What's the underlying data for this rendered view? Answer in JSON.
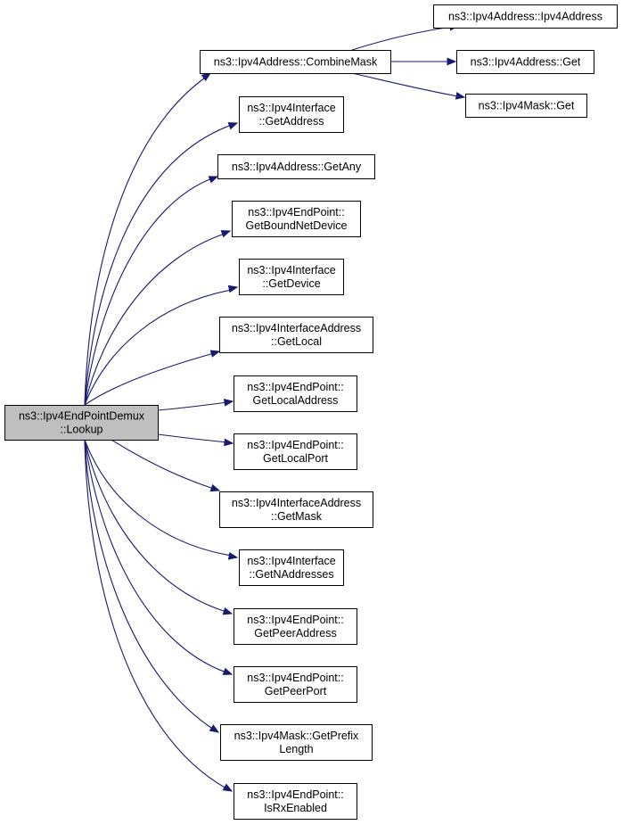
{
  "diagram": {
    "edge_color": "#191970",
    "root_fill": "#bfbfbf",
    "node_fill": "#ffffff",
    "root": {
      "id": "root",
      "lines": [
        "ns3::Ipv4EndPointDemux",
        "::Lookup"
      ]
    },
    "nodes": [
      {
        "id": "combine-mask",
        "lines": [
          "ns3::Ipv4Address::CombineMask"
        ]
      },
      {
        "id": "ipv4address-ctor",
        "lines": [
          "ns3::Ipv4Address::Ipv4Address"
        ]
      },
      {
        "id": "ipv4address-get",
        "lines": [
          "ns3::Ipv4Address::Get"
        ]
      },
      {
        "id": "ipv4mask-get",
        "lines": [
          "ns3::Ipv4Mask::Get"
        ]
      },
      {
        "id": "iface-get-address",
        "lines": [
          "ns3::Ipv4Interface",
          "::GetAddress"
        ]
      },
      {
        "id": "ipv4address-get-any",
        "lines": [
          "ns3::Ipv4Address::GetAny"
        ]
      },
      {
        "id": "ep-get-bound-net-device",
        "lines": [
          "ns3::Ipv4EndPoint::",
          "GetBoundNetDevice"
        ]
      },
      {
        "id": "iface-get-device",
        "lines": [
          "ns3::Ipv4Interface",
          "::GetDevice"
        ]
      },
      {
        "id": "ifaddr-get-local",
        "lines": [
          "ns3::Ipv4InterfaceAddress",
          "::GetLocal"
        ]
      },
      {
        "id": "ep-get-local-address",
        "lines": [
          "ns3::Ipv4EndPoint::",
          "GetLocalAddress"
        ]
      },
      {
        "id": "ep-get-local-port",
        "lines": [
          "ns3::Ipv4EndPoint::",
          "GetLocalPort"
        ]
      },
      {
        "id": "ifaddr-get-mask",
        "lines": [
          "ns3::Ipv4InterfaceAddress",
          "::GetMask"
        ]
      },
      {
        "id": "iface-get-naddresses",
        "lines": [
          "ns3::Ipv4Interface",
          "::GetNAddresses"
        ]
      },
      {
        "id": "ep-get-peer-address",
        "lines": [
          "ns3::Ipv4EndPoint::",
          "GetPeerAddress"
        ]
      },
      {
        "id": "ep-get-peer-port",
        "lines": [
          "ns3::Ipv4EndPoint::",
          "GetPeerPort"
        ]
      },
      {
        "id": "mask-get-prefix-length",
        "lines": [
          "ns3::Ipv4Mask::GetPrefix",
          "Length"
        ]
      },
      {
        "id": "ep-is-rx-enabled",
        "lines": [
          "ns3::Ipv4EndPoint::",
          "IsRxEnabled"
        ]
      }
    ],
    "edges": [
      {
        "from": "root",
        "to": "combine-mask"
      },
      {
        "from": "root",
        "to": "iface-get-address"
      },
      {
        "from": "root",
        "to": "ipv4address-get-any"
      },
      {
        "from": "root",
        "to": "ep-get-bound-net-device"
      },
      {
        "from": "root",
        "to": "iface-get-device"
      },
      {
        "from": "root",
        "to": "ifaddr-get-local"
      },
      {
        "from": "root",
        "to": "ep-get-local-address"
      },
      {
        "from": "root",
        "to": "ep-get-local-port"
      },
      {
        "from": "root",
        "to": "ifaddr-get-mask"
      },
      {
        "from": "root",
        "to": "iface-get-naddresses"
      },
      {
        "from": "root",
        "to": "ep-get-peer-address"
      },
      {
        "from": "root",
        "to": "ep-get-peer-port"
      },
      {
        "from": "root",
        "to": "mask-get-prefix-length"
      },
      {
        "from": "root",
        "to": "ep-is-rx-enabled"
      },
      {
        "from": "combine-mask",
        "to": "ipv4address-ctor"
      },
      {
        "from": "combine-mask",
        "to": "ipv4address-get"
      },
      {
        "from": "combine-mask",
        "to": "ipv4mask-get"
      }
    ]
  }
}
